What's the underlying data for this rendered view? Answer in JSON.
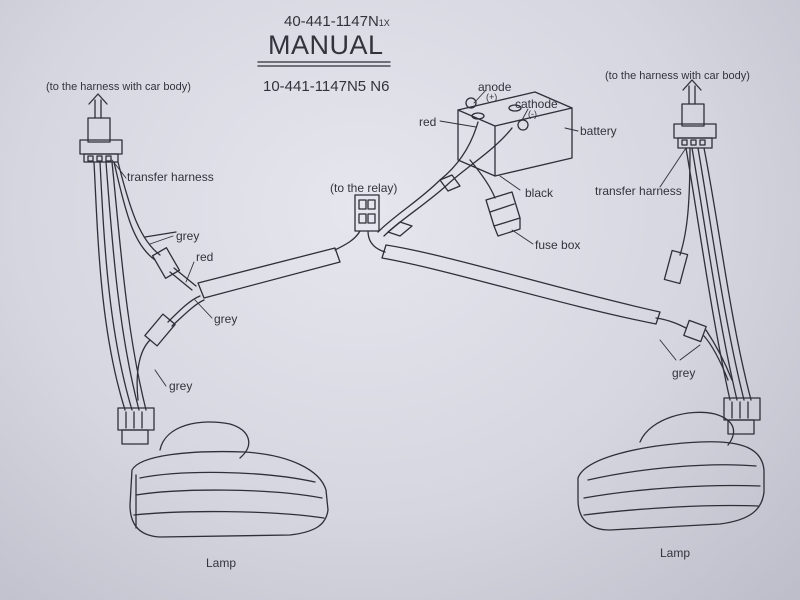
{
  "header": {
    "code_main": "40-441-1147N",
    "code_suffix": "1X",
    "title": "MANUAL",
    "subtitle": "10-441-1147N5 N6"
  },
  "labels": {
    "left_harness_note": "(to the harness with car body)",
    "right_harness_note": "(to the harness with car body)",
    "left_transfer_harness": "transfer harness",
    "right_transfer_harness": "transfer harness",
    "relay_note": "(to the relay)",
    "anode": "anode",
    "anode_sign": "(+)",
    "cathode": "cathode",
    "cathode_sign": "(-)",
    "battery_red": "red",
    "battery": "battery",
    "black": "black",
    "fuse_box": "fuse box",
    "left_grey_top": "grey",
    "left_red": "red",
    "left_grey_mid": "grey",
    "left_grey_bottom": "grey",
    "right_grey": "grey",
    "left_lamp": "Lamp",
    "right_lamp": "Lamp"
  },
  "colors": {
    "paper": "#d6d6e0",
    "ink": "#2a2a30"
  }
}
